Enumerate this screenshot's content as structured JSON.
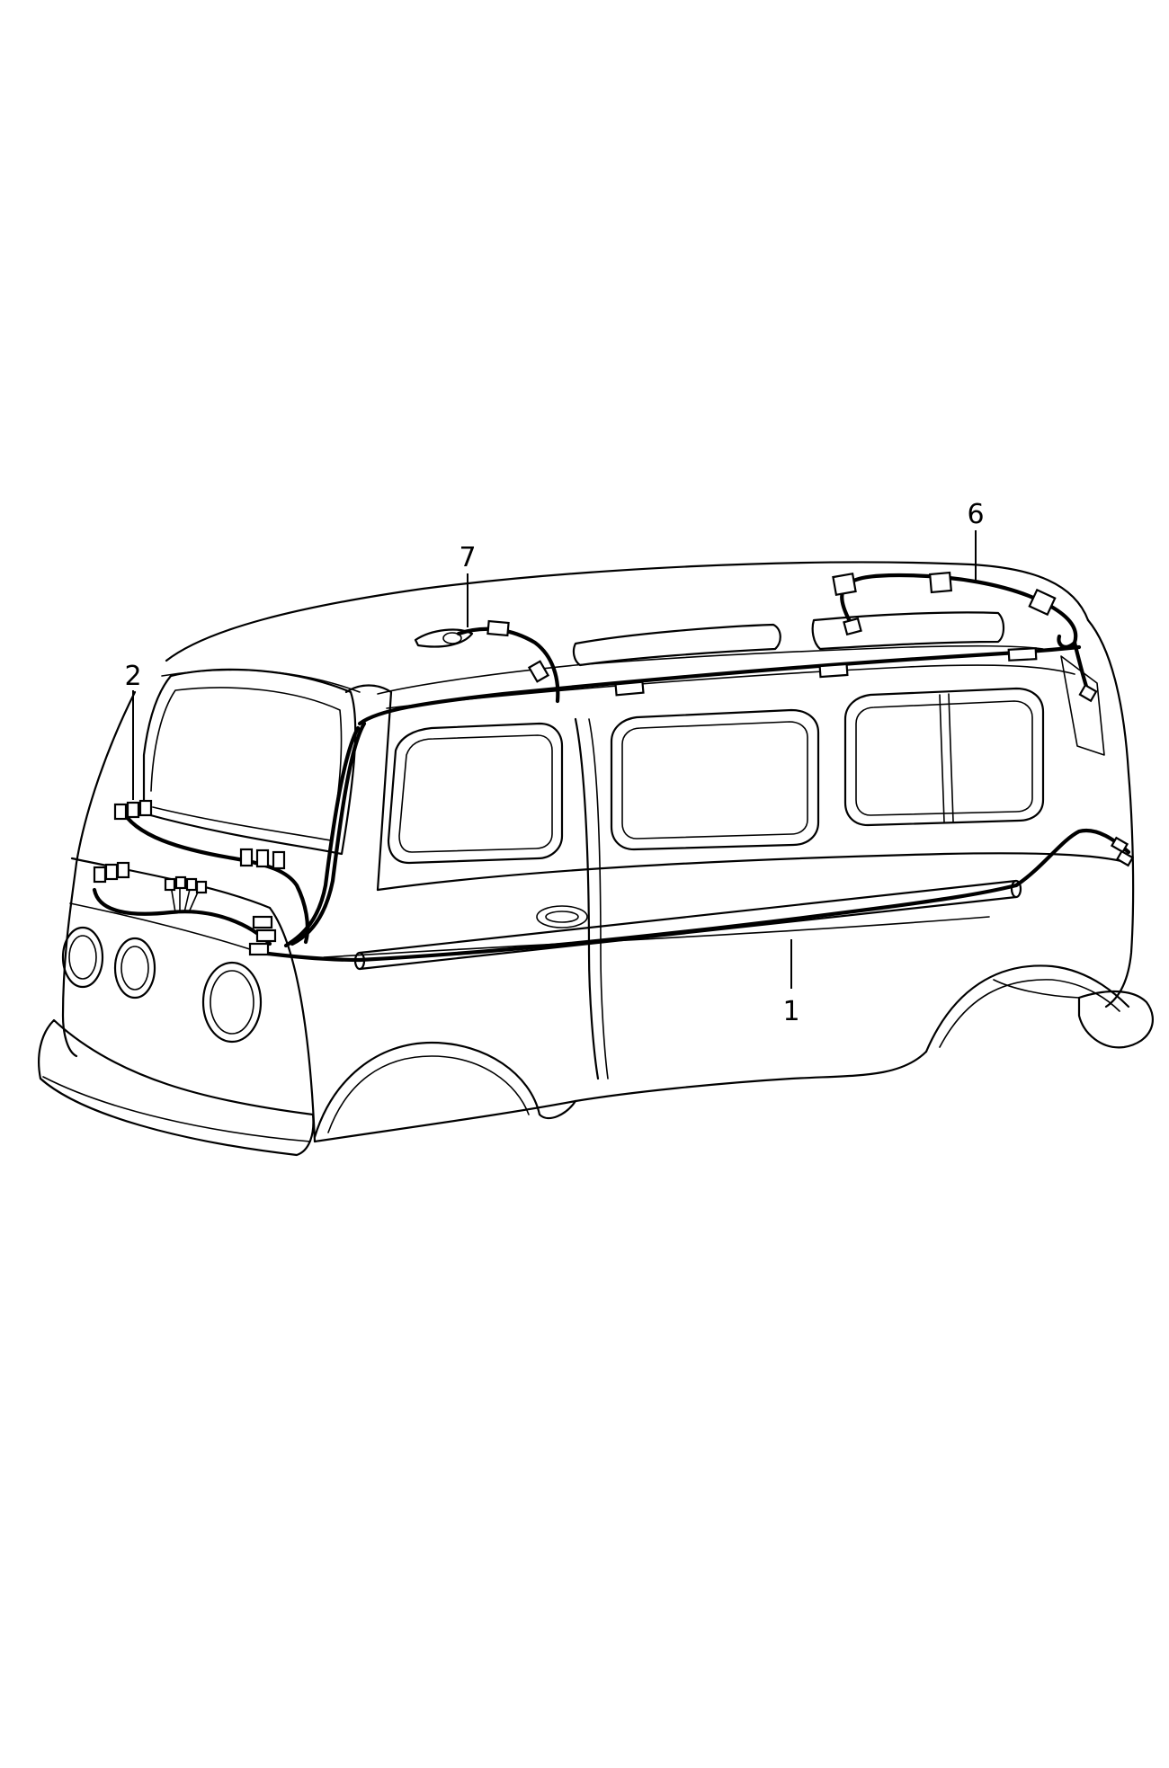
{
  "callouts": [
    {
      "id": "1",
      "label": "1"
    },
    {
      "id": "2",
      "label": "2"
    },
    {
      "id": "6",
      "label": "6"
    },
    {
      "id": "7",
      "label": "7"
    }
  ]
}
